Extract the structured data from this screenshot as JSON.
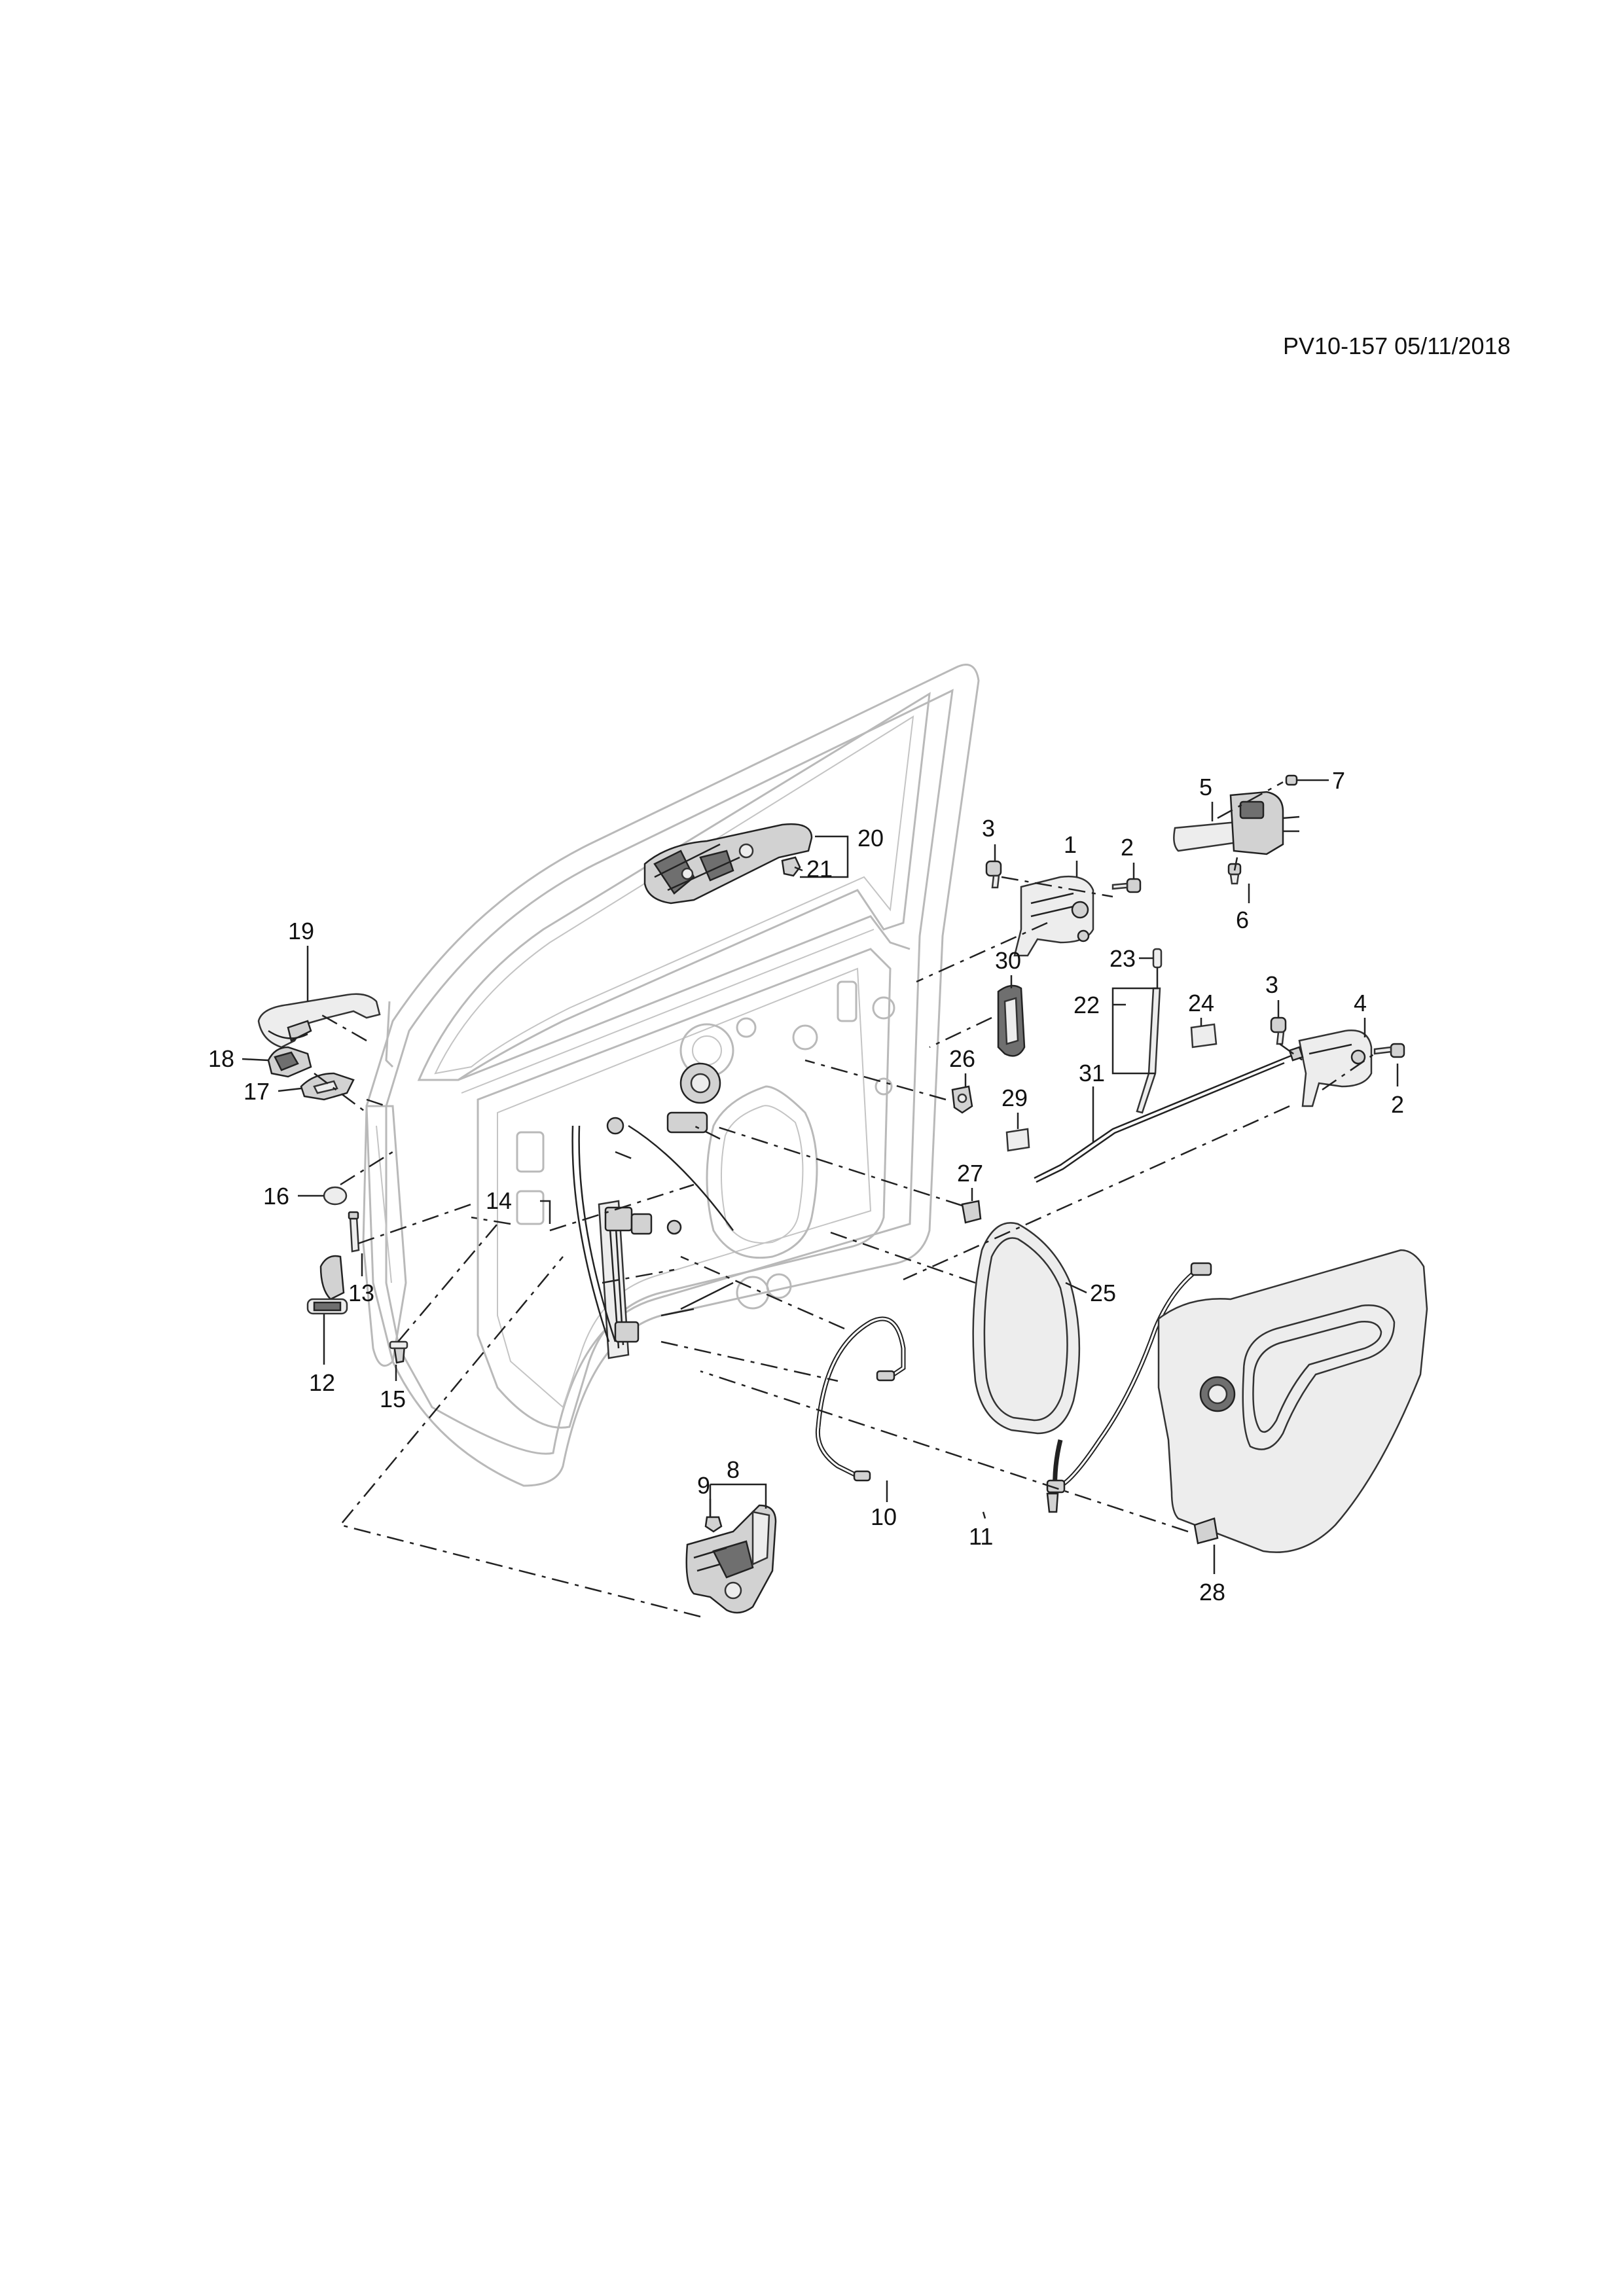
{
  "header": {
    "drawing_id": "PV10-157 05/11/2018"
  },
  "callouts": {
    "c1": "1",
    "c2a": "2",
    "c2b": "2",
    "c3a": "3",
    "c3b": "3",
    "c4": "4",
    "c5": "5",
    "c6": "6",
    "c7": "7",
    "c8": "8",
    "c9": "9",
    "c10": "10",
    "c11": "11",
    "c12": "12",
    "c13": "13",
    "c14": "14",
    "c15": "15",
    "c16": "16",
    "c17": "17",
    "c18": "18",
    "c19": "19",
    "c20": "20",
    "c21": "21",
    "c22": "22",
    "c23": "23",
    "c24": "24",
    "c25": "25",
    "c26": "26",
    "c27": "27",
    "c28": "28",
    "c29": "29",
    "c30": "30",
    "c31": "31"
  },
  "colors": {
    "ink": "#111111",
    "door_outline": "#b9b9b9",
    "part_fill": "#d2d2d2",
    "background": "#ffffff"
  }
}
